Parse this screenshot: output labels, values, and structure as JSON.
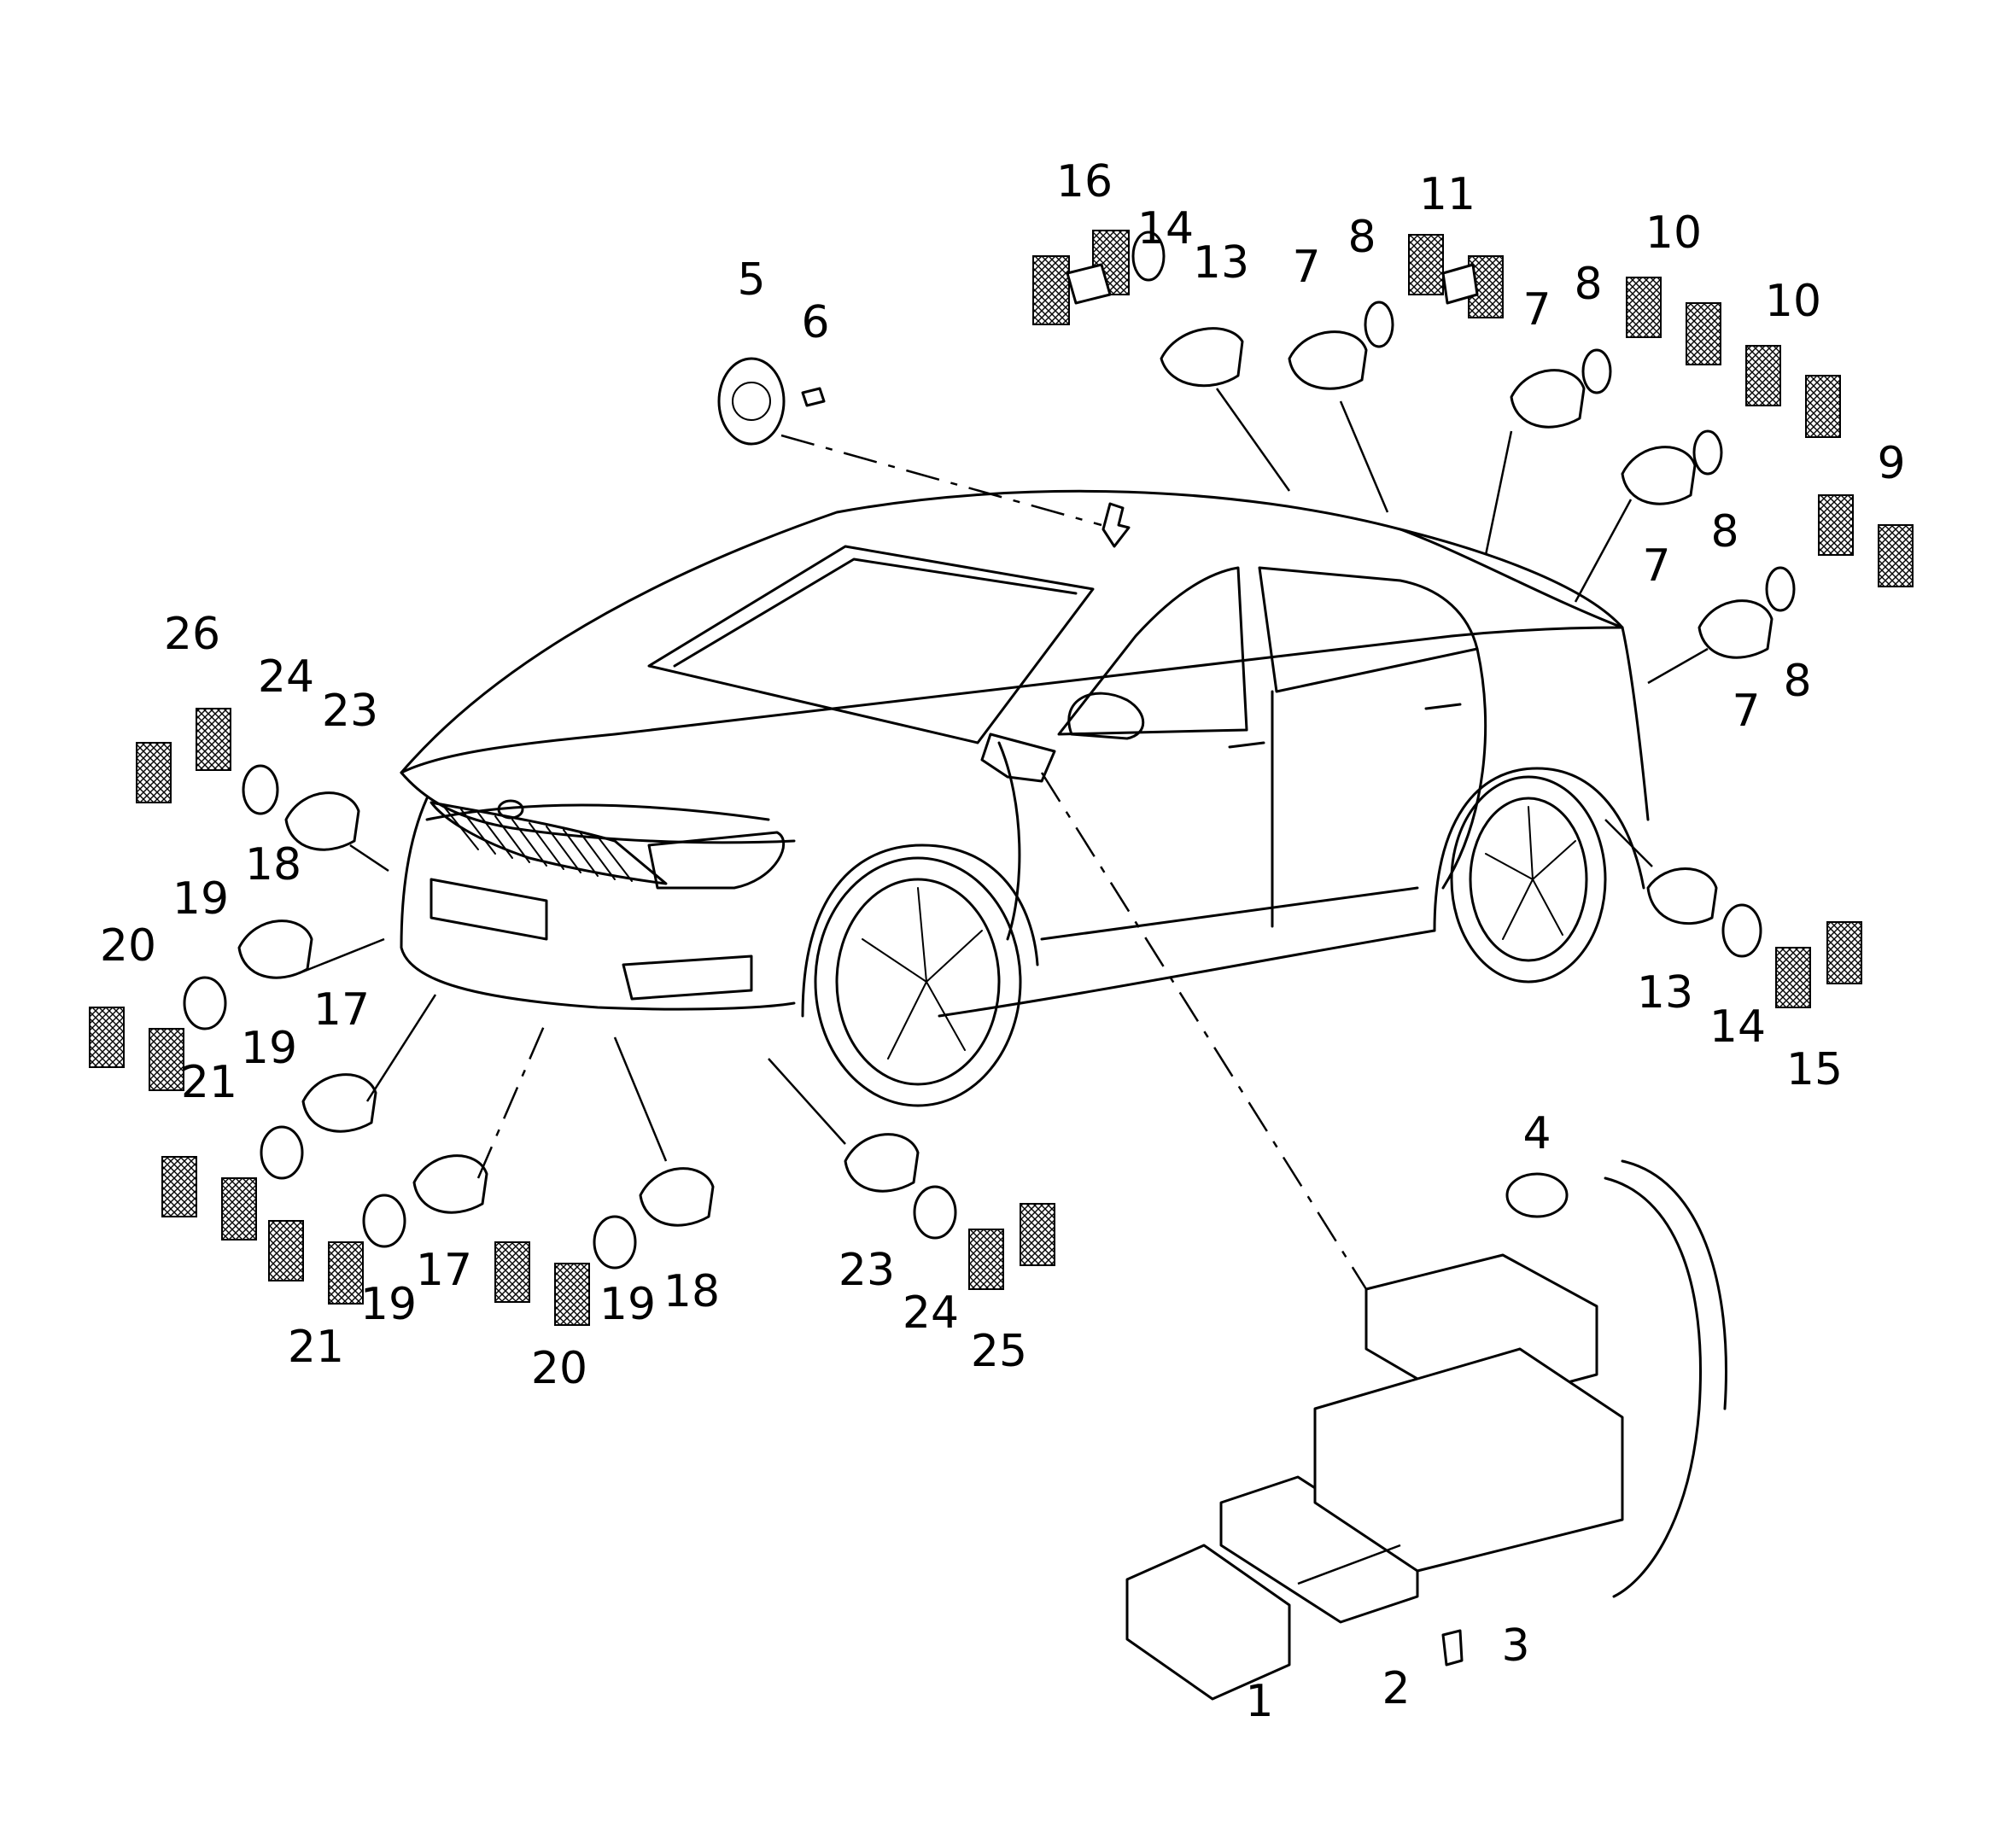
{
  "diagram": {
    "callouts": [
      {
        "label": "1"
      },
      {
        "label": "2"
      },
      {
        "label": "3"
      },
      {
        "label": "4"
      },
      {
        "label": "5"
      },
      {
        "label": "6"
      },
      {
        "label": "7"
      },
      {
        "label": "7"
      },
      {
        "label": "7"
      },
      {
        "label": "7"
      },
      {
        "label": "8"
      },
      {
        "label": "8"
      },
      {
        "label": "8"
      },
      {
        "label": "8"
      },
      {
        "label": "9"
      },
      {
        "label": "10"
      },
      {
        "label": "10"
      },
      {
        "label": "11"
      },
      {
        "label": "13"
      },
      {
        "label": "13"
      },
      {
        "label": "14"
      },
      {
        "label": "14"
      },
      {
        "label": "15"
      },
      {
        "label": "16"
      },
      {
        "label": "17"
      },
      {
        "label": "17"
      },
      {
        "label": "18"
      },
      {
        "label": "18"
      },
      {
        "label": "19"
      },
      {
        "label": "19"
      },
      {
        "label": "19"
      },
      {
        "label": "19"
      },
      {
        "label": "20"
      },
      {
        "label": "20"
      },
      {
        "label": "21"
      },
      {
        "label": "21"
      },
      {
        "label": "23"
      },
      {
        "label": "23"
      },
      {
        "label": "24"
      },
      {
        "label": "24"
      },
      {
        "label": "25"
      },
      {
        "label": "26"
      }
    ]
  }
}
